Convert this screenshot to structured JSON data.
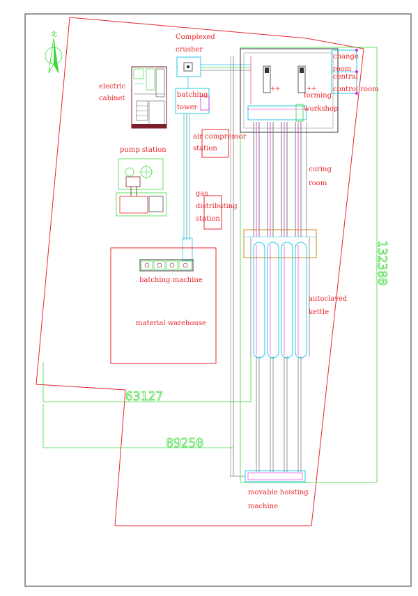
{
  "labels": {
    "north": "北",
    "crusher_1": "Complexed",
    "crusher_2": "crusher",
    "electric_1": "electric",
    "electric_2": "cabinet",
    "batching_tower_1": "batching",
    "batching_tower_2": "tower",
    "air_1": "air compressor",
    "air_2": "station",
    "pump": "pump station",
    "gas_1": "gas",
    "gas_2": "distributing",
    "gas_3": "station",
    "change_1": "change",
    "change_2": "room",
    "central_1": "central",
    "central_2": "control room",
    "forming_1": "forming",
    "forming_2": "workshop",
    "curing_1": "curing",
    "curing_2": "room",
    "batching_machine": "batching machine",
    "material_warehouse": "material warehouse",
    "autoclave_1": "autoclaved",
    "autoclave_2": "kettle",
    "hoist_1": "movable hoisting",
    "hoist_2": "machine"
  },
  "dimensions": {
    "width_upper": "63127",
    "width_total": "89250",
    "length_total": "132380"
  },
  "colors": {
    "site_boundary": "#e8262b",
    "dimension": "#3bd93b",
    "rail": "#7a7a7a",
    "pipe": "#22c8e8",
    "magenta": "#e020e0",
    "frame": "#333333"
  }
}
